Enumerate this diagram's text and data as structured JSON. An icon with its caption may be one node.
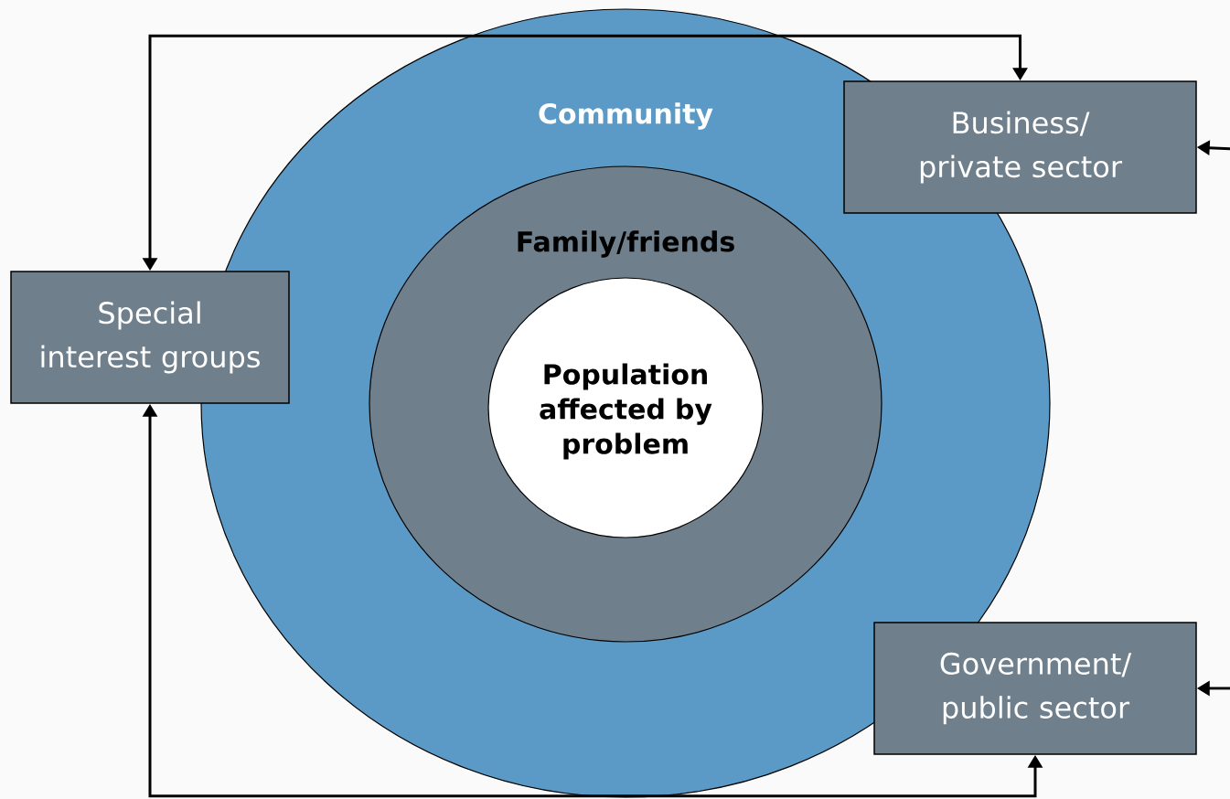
{
  "diagram": {
    "nodes": [
      {
        "text": [
          "Community"
        ]
      },
      {
        "text": [
          "Family/friends"
        ],
        "in": 0
      },
      {
        "text": [
          "Population affected by problem"
        ],
        "in": 1
      },
      {
        "text": [
          "Business/ private sector"
        ]
      },
      {
        "text": [
          "Special interest groups"
        ]
      },
      {
        "text": [
          "Government/ public sector"
        ]
      }
    ],
    "edges": [
      {
        "from": 4,
        "to": 3,
        "arrow": "both"
      },
      {
        "from": 4,
        "to": 5,
        "arrow": "both"
      },
      {
        "from": null,
        "to": 3,
        "arrow": "to"
      },
      {
        "from": null,
        "to": 5,
        "arrow": "to"
      }
    ]
  }
}
